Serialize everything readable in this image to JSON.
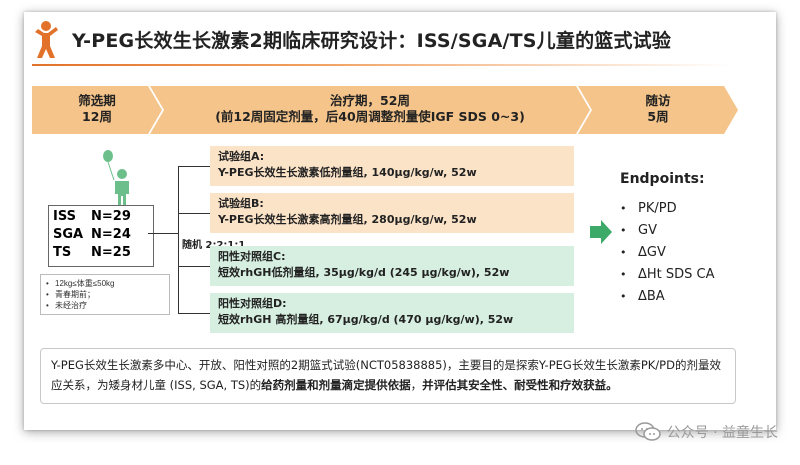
{
  "title": "Y-PEG长效生长激素2期临床研究设计：ISS/SGA/TS儿童的篮式试验",
  "colors": {
    "accent": "#e2722a",
    "phase_bar": "#f5c48a",
    "arm_orange": "#fbe3c8",
    "arm_green": "#d6efe0",
    "person": "#6cbf8a",
    "arrow": "#3daa6a"
  },
  "phases": [
    {
      "line1": "筛选期",
      "line2": "12周"
    },
    {
      "line1": "治疗期，52周",
      "line2": "(前12周固定剂量，后40周调整剂量使IGF SDS 0~3)"
    },
    {
      "line1": "随访",
      "line2": "5周"
    }
  ],
  "population": {
    "rows": [
      {
        "group": "ISS",
        "n": "N=29"
      },
      {
        "group": "SGA",
        "n": "N=24"
      },
      {
        "group": "TS",
        "n": "N=25"
      }
    ],
    "criteria": [
      "12kg≤体重≤50kg",
      "青春期前；",
      "未经治疗"
    ]
  },
  "randomization": "随机 2:2:1:1",
  "arms": [
    {
      "name": "试验组A:",
      "detail": "Y-PEG长效生长激素低剂量组, 140μg/kg/w, 52w",
      "type": "orange"
    },
    {
      "name": "试验组B:",
      "detail": "Y-PEG长效生长激素高剂量组, 280μg/kg/w, 52w",
      "type": "orange"
    },
    {
      "name": "阳性对照组C:",
      "detail": "短效rhGH低剂量组, 35μg/kg/d (245 μg/kg/w), 52w",
      "type": "green"
    },
    {
      "name": "阳性对照组D:",
      "detail": "短效rhGH 高剂量组, 67μg/kg/d (470 μg/kg/w), 52w",
      "type": "green"
    }
  ],
  "endpoints": {
    "title": "Endpoints:",
    "items": [
      "PK/PD",
      "GV",
      "ΔGV",
      "ΔHt SDS CA",
      "ΔBA"
    ]
  },
  "note": {
    "part1": "Y-PEG长效生长激素多中心、开放、阳性对照的2期篮式试验(NCT05838885)，主要目的是探索Y-PEG长效生长激素PK/PD的剂量效应关系，为矮身材儿童 (ISS, SGA, TS)的",
    "bold1": "给药剂量和剂量滴定提供依据",
    "part2": "，",
    "bold2": "并评估其安全性、耐受性和疗效获益。"
  },
  "watermark": "公众号 · 益童生长",
  "icons": {
    "logo": "child-figure-icon",
    "person": "child-with-balloon-icon",
    "arrow": "right-arrow-icon",
    "watermark": "wechat-icon"
  }
}
